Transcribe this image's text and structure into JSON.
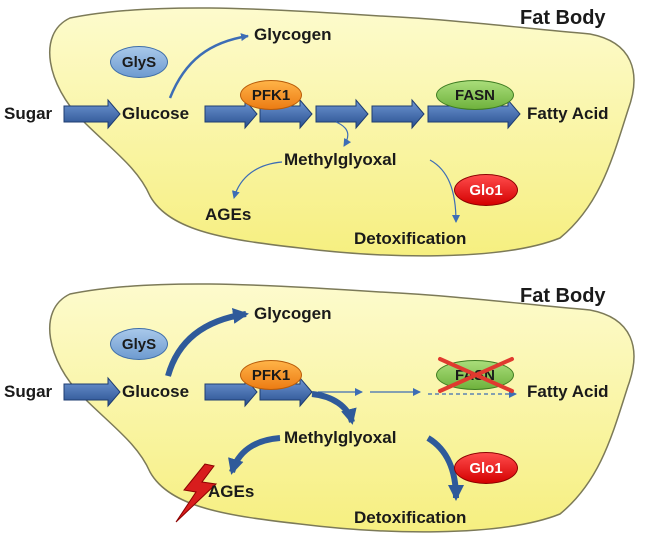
{
  "panels": [
    {
      "title": "Fat Body",
      "sugar": "Sugar",
      "glucose": "Glucose",
      "glycogen": "Glycogen",
      "methylglyoxal": "Methylglyoxal",
      "ages": "AGEs",
      "detox": "Detoxification",
      "fatty_acid": "Fatty Acid",
      "enzymes": {
        "glys": "GlyS",
        "pfk1": "PFK1",
        "fasn": "FASN",
        "glo1": "Glo1"
      }
    },
    {
      "title": "Fat Body",
      "sugar": "Sugar",
      "glucose": "Glucose",
      "glycogen": "Glycogen",
      "methylglyoxal": "Methylglyoxal",
      "ages": "AGEs",
      "detox": "Detoxification",
      "fatty_acid": "Fatty Acid",
      "enzymes": {
        "glys": "GlyS",
        "pfk1": "PFK1",
        "fasn": "FASN",
        "glo1": "Glo1"
      }
    }
  ],
  "colors": {
    "body_fill": "#fbf7a4",
    "arrow_fill": "#3d6db5",
    "cross": "#e03a2f",
    "bolt": "#d81d1d"
  }
}
